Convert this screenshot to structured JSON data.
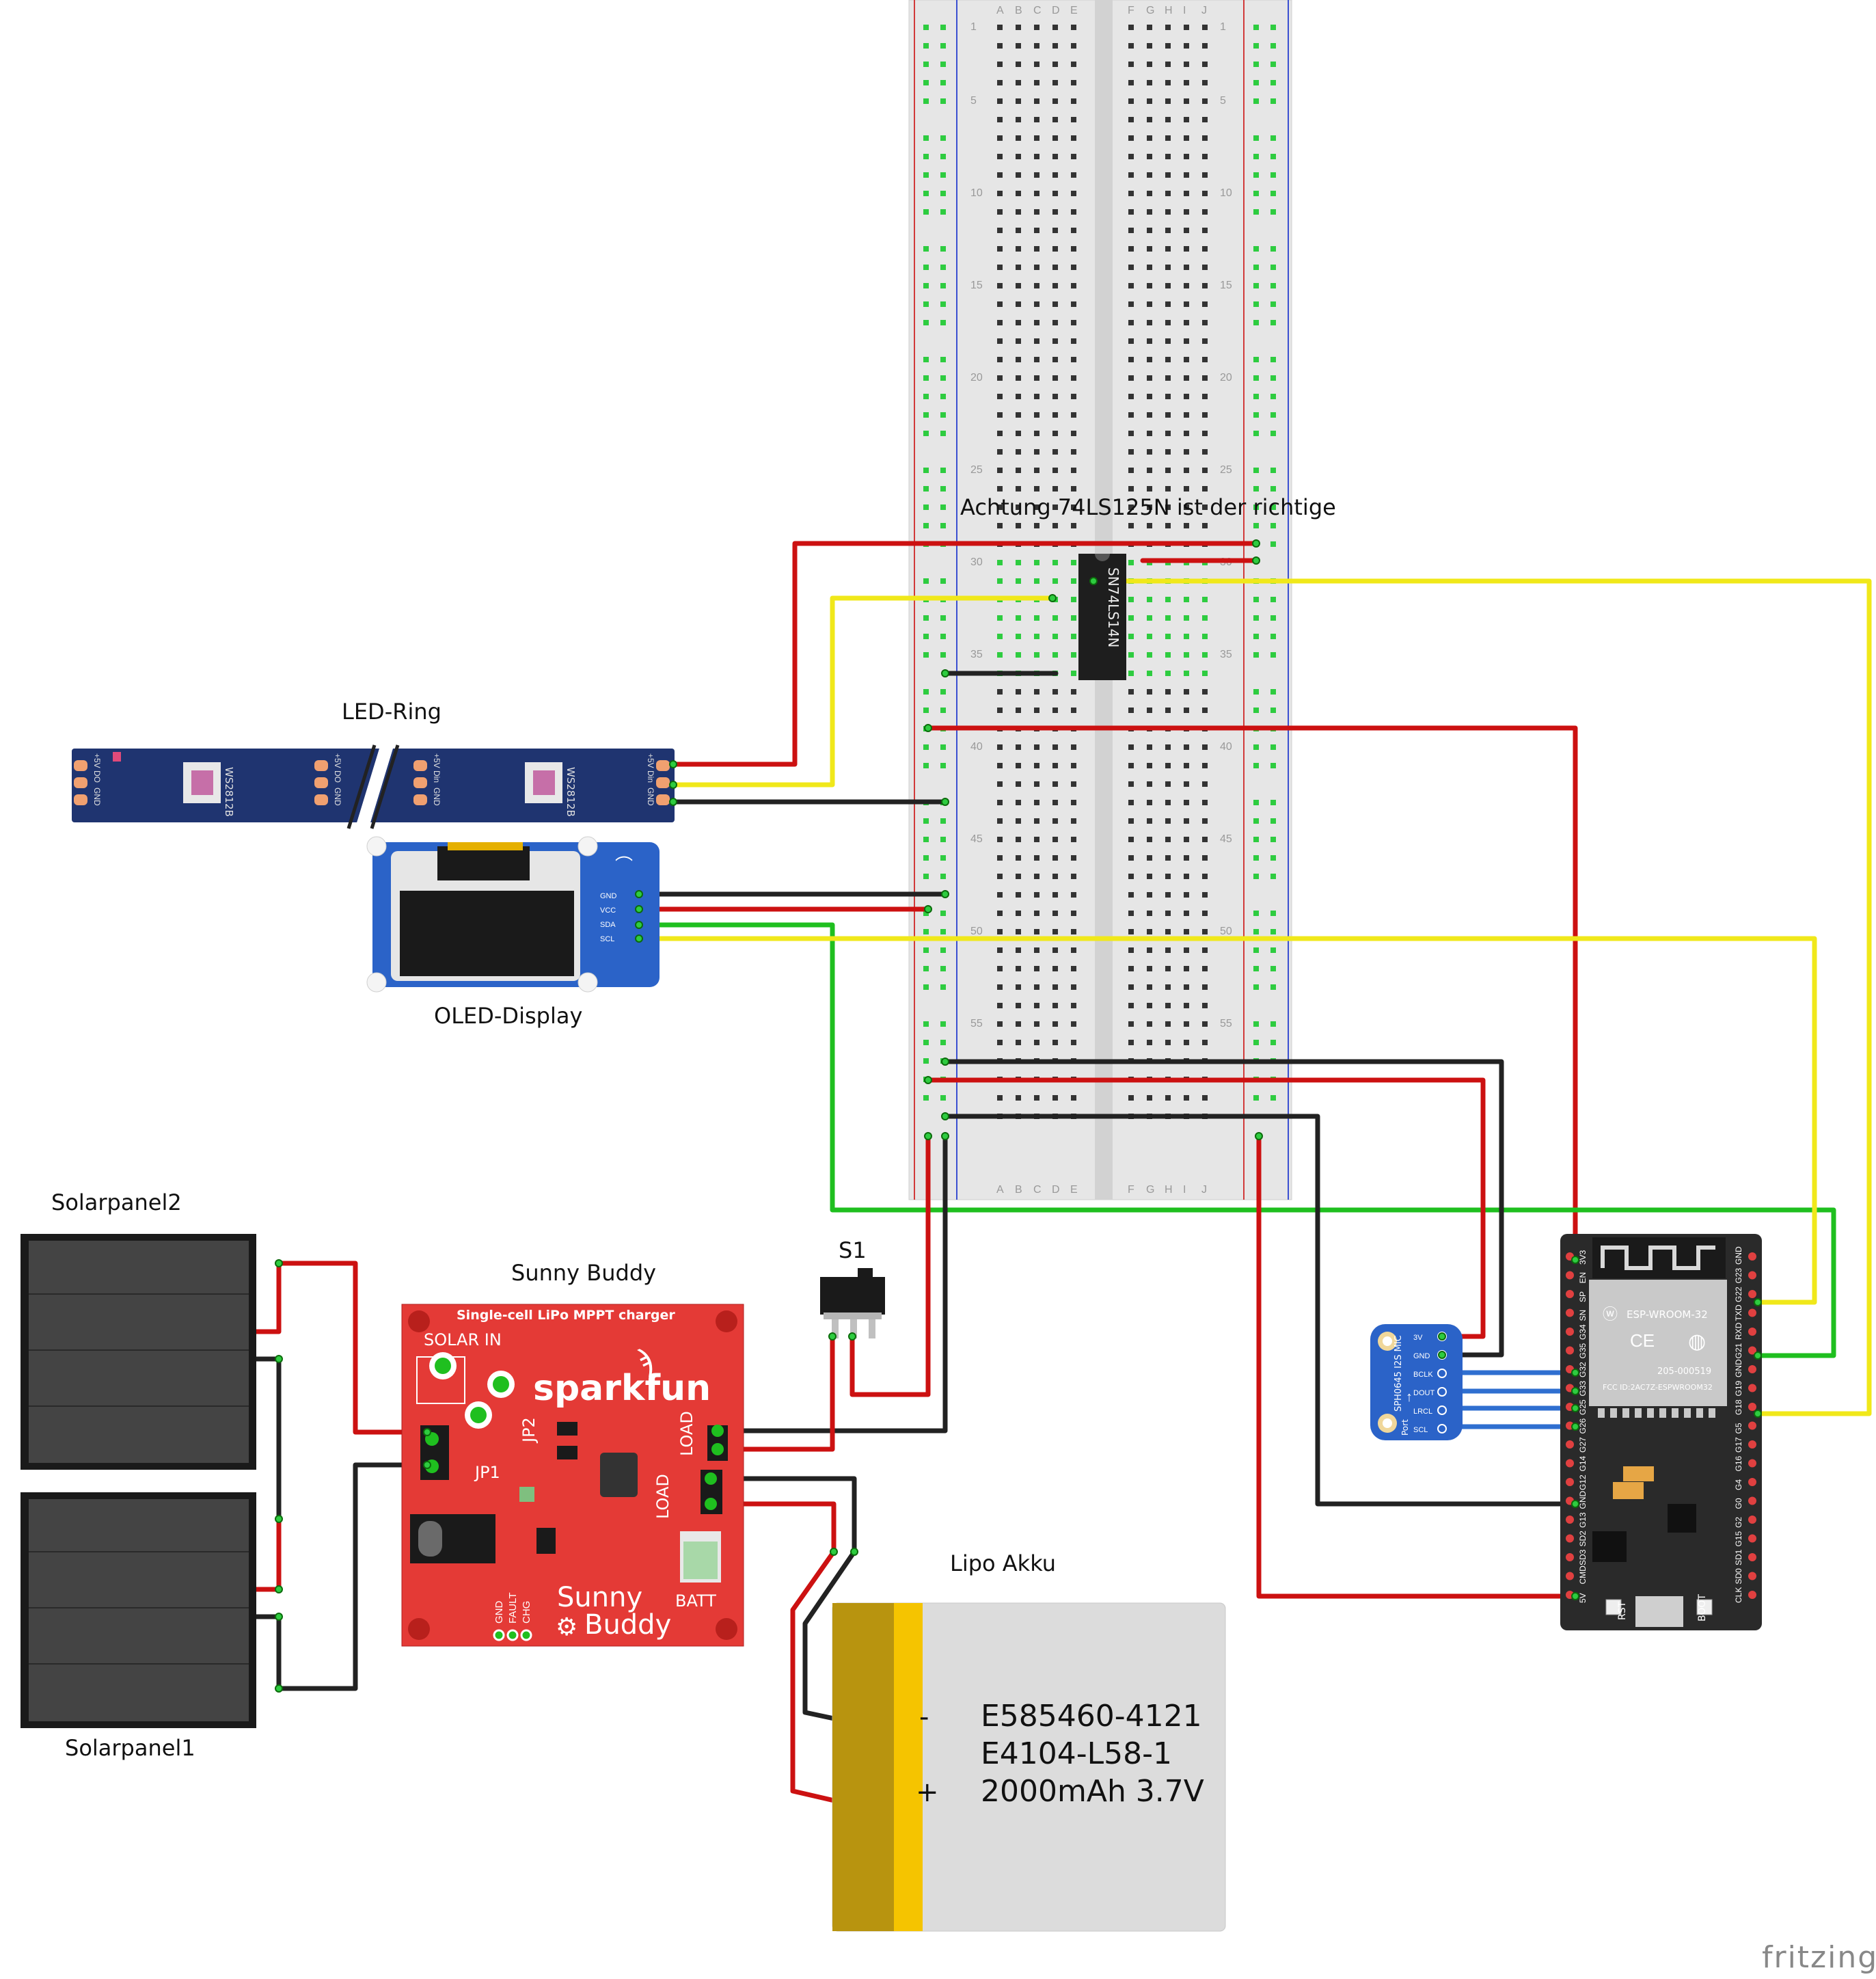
{
  "labels": {
    "note": "Achtung 74LS125N ist der richtige",
    "led_ring": "LED-Ring",
    "oled": "OLED-Display",
    "solar2": "Solarpanel2",
    "solar1": "Solarpanel1",
    "sunny_buddy": "Sunny Buddy",
    "switch": "S1",
    "lipo": "Lipo Akku",
    "watermark": "fritzing"
  },
  "chip": {
    "marking": "SN74LS14N"
  },
  "breadboard": {
    "columns_left": [
      "A",
      "B",
      "C",
      "D",
      "E"
    ],
    "columns_right": [
      "F",
      "G",
      "H",
      "I",
      "J"
    ],
    "row_numbers": [
      "1",
      "5",
      "10",
      "15",
      "20",
      "25",
      "30",
      "35",
      "40",
      "45",
      "50",
      "55"
    ]
  },
  "led_strip": {
    "pads_left": [
      "+5V",
      "DO",
      "GND"
    ],
    "pads_mid_a": [
      "+5V",
      "DO",
      "GND"
    ],
    "pads_mid_b": [
      "+5V",
      "Din",
      "GND"
    ],
    "pads_right": [
      "+5V",
      "Din",
      "GND"
    ],
    "led_label": "WS2812B"
  },
  "oled_pins": [
    "GND",
    "VCC",
    "SDA",
    "SCL"
  ],
  "sunny": {
    "header": "Single-cell LiPo MPPT charger",
    "solar_in": "SOLAR IN",
    "brand": "sparkfun",
    "jp2": "JP2",
    "jp1": "JP1",
    "load": "LOAD",
    "batt": "BATT",
    "pins": [
      "GND",
      "FAULT",
      "CHG"
    ],
    "name1": "Sunny",
    "name2": "Buddy"
  },
  "i2s": {
    "pins": [
      "3V",
      "GND",
      "BCLK",
      "DOUT",
      "LRCL",
      "SCL"
    ],
    "title": "SPH0645 I2S MIC",
    "port": "Port"
  },
  "esp": {
    "module": "ESP-WROOM-32",
    "fcc": "FCC ID:2AC7Z-ESPWROOM32",
    "cert": "205-000519",
    "left_pins": [
      "3V3",
      "EN",
      "SP",
      "SN",
      "G34",
      "G35",
      "G32",
      "G33",
      "G25",
      "G26",
      "G27",
      "G14",
      "G12",
      "GND",
      "G13",
      "SD2",
      "SD3",
      "CMD",
      "5V"
    ],
    "right_pins": [
      "GND",
      "G23",
      "G22",
      "TXD",
      "RXD",
      "G21",
      "GND",
      "G19",
      "G18",
      "G5",
      "G17",
      "G16",
      "G4",
      "G0",
      "G2",
      "G15",
      "SD1",
      "SD0",
      "CLK"
    ],
    "rst": "RST",
    "boot": "BOOT"
  },
  "battery": {
    "line1": "E585460-4121",
    "line2": "E4104-L58-1",
    "line3": "2000mAh 3.7V",
    "minus": "-",
    "plus": "+"
  },
  "colors": {
    "red": "#cc1111",
    "black": "#222222",
    "yellow": "#f0e81a",
    "green": "#1fbf1f",
    "blue": "#2f6fd0",
    "sparkfun_red": "#e43a36",
    "strip_blue": "#1f3470",
    "grove_blue": "#2b63c8",
    "esp_black": "#2a2a2a",
    "battery_gray": "#dcdcdc",
    "battery_gold": "#b8940f"
  }
}
